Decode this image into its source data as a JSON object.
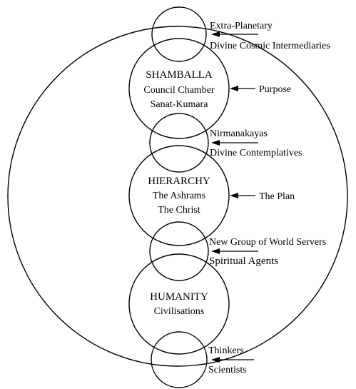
{
  "spheres": {
    "shamballa": {
      "title": "SHAMBALLA",
      "line1": "Council Chamber",
      "line2": "Sanat-Kumara"
    },
    "hierarchy": {
      "title": "HIERARCHY",
      "line1": "The Ashrams",
      "line2": "The Christ"
    },
    "humanity": {
      "title": "HUMANITY",
      "line1": "Civilisations"
    }
  },
  "intermediaries": {
    "top": {
      "line1": "Extra-Planetary",
      "line2": "Divine Cosmic Intermediaries"
    },
    "upper": {
      "line1": "Nirmanakayas",
      "line2": "Divine Contemplatives"
    },
    "lower": {
      "line1": "New Group of World Servers",
      "line2": "Spiritual Agents"
    },
    "bottom": {
      "line1": "Thinkers",
      "line2": "Scientists"
    }
  },
  "purposes": {
    "shamballa": "Purpose",
    "hierarchy": "The Plan"
  }
}
